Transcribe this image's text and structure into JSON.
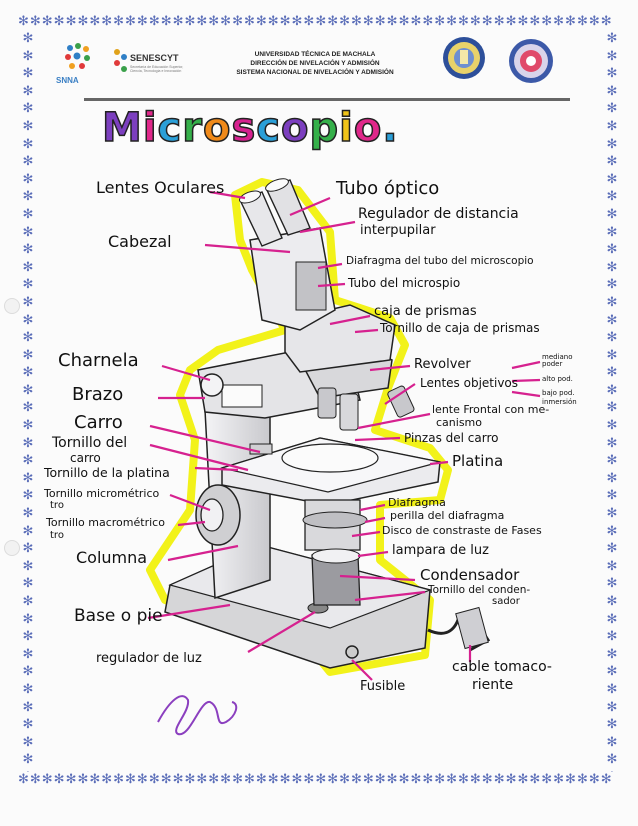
{
  "header": {
    "line1": "UNIVERSIDAD TÉCNICA DE MACHALA",
    "line2": "DIRECCIÓN DE NIVELACIÓN Y ADMISIÓN",
    "line3": "SISTEMA NACIONAL DE NIVELACIÓN Y ADMISIÓN",
    "logo_snna": "SNNA",
    "logo_senescyt": "SENESCYT",
    "logo_senescyt_sub": "Secretaría de Educación Superior, Ciencia, Tecnología e Innovación"
  },
  "title": "Microscopio.",
  "colors": {
    "pink_lines": "#d6218f",
    "highlight": "#f2f21a",
    "star_border": "#5a6db8",
    "body_grey": "#d7d7d9"
  },
  "labels": {
    "lentes_oculares": "Lentes Oculares",
    "tubo_optico": "Tubo óptico",
    "regulador_distancia_1": "Regulador de distancia",
    "regulador_distancia_2": "interpupilar",
    "cabezal": "Cabezal",
    "diafragma_tubo": "Diafragma del tubo del microscopio",
    "tubo_microscopio": "Tubo del microspio",
    "caja_prismas": "caja de prismas",
    "tornillo_caja": "Tornillo de caja de prismas",
    "charnela": "Charnela",
    "revolver": "Revolver",
    "lentes_objetivos": "Lentes objetivos",
    "mediano_poder": "mediano poder",
    "alto_poder": "alto pod.",
    "bajo_poder": "bajo pod.",
    "inmersion": "inmersión",
    "brazo": "Brazo",
    "lente_frontal_1": "lente Frontal con me-",
    "lente_frontal_2": "canismo",
    "carro": "Carro",
    "pinzas": "Pinzas del carro",
    "tornillo_carro_1": "Tornillo del",
    "tornillo_carro_2": "carro",
    "platina": "Platina",
    "tornillo_platina": "Tornillo de la platina",
    "tornillo_micrometrico_1": "Tornillo micrométrico",
    "tornillo_micrometrico_2": "tro",
    "diafragma": "Diafragma",
    "perilla_diafragma": "perilla del diafragma",
    "tornillo_macrometrico_1": "Tornillo macrométrico",
    "tornillo_macrometrico_2": "tro",
    "disco_contraste": "Disco de constraste de Fases",
    "columna": "Columna",
    "lampara": "lampara de luz",
    "condensador": "Condensador",
    "tornillo_condensador_1": "Tornillo del conden-",
    "tornillo_condensador_2": "sador",
    "base": "Base o pie",
    "regulador_luz": "regulador de luz",
    "cable_1": "cable tomaco-",
    "cable_2": "riente",
    "fusible": "Fusible"
  }
}
